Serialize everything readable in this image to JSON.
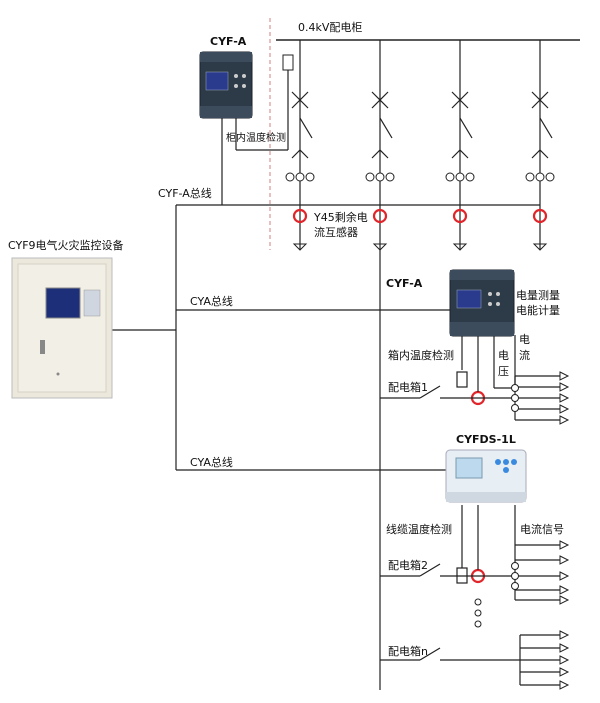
{
  "labels": {
    "busbar_title": "0.4kV配电柜",
    "cyf_a_top": "CYF-A",
    "cabinet_temp": "柜内温度检测",
    "cyf_a_bus": "CYF-A总线",
    "y45_line1": "Y45剩余电",
    "y45_line2": "流互感器",
    "monitor_title": "CYF9电气火灾监控设备",
    "cya_bus_1": "CYA总线",
    "cyf_a_mid": "CYF-A",
    "power_measure": "电量测量",
    "energy_meter": "电能计量",
    "box_temp": "箱内温度检测",
    "voltage_1": "电",
    "voltage_2": "压",
    "current_1": "电",
    "current_2": "流",
    "dist_box_1": "配电箱1",
    "cyfds": "CYFDS-1L",
    "cya_bus_2": "CYA总线",
    "cable_temp": "线缆温度检测",
    "current_signal": "电流信号",
    "dist_box_2": "配电箱2",
    "dist_box_n": "配电箱n"
  },
  "colors": {
    "line": "#222222",
    "ct_ring": "#e0262b",
    "dashed": "#d08080",
    "panel": "#ece8dc",
    "device_dark": "#2d3a48",
    "screen_blue": "#2a3a8c"
  }
}
